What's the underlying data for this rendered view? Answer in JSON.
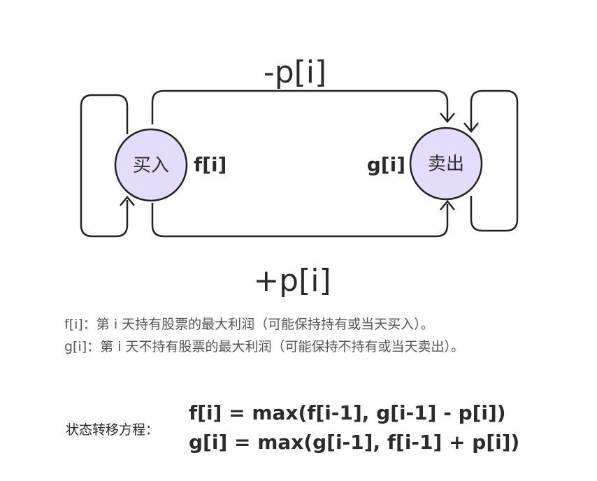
{
  "diagram": {
    "nodes": {
      "buy": {
        "label": "买入",
        "state": "f[i]"
      },
      "sell": {
        "label": "卖出",
        "state": "g[i]"
      }
    },
    "edges": {
      "buy_to_sell": "-p[i]",
      "sell_to_buy": "+p[i]"
    },
    "colors": {
      "node_fill": "#e4dcfb",
      "stroke": "#222222",
      "text": "#2b2b2b",
      "definition_text": "#555555"
    }
  },
  "definitions": {
    "f": "f[i]：第 i 天持有股票的最大利润（可能保持持有或当天买入）。",
    "g": "g[i]：第 i 天不持有股票的最大利润（可能保持不持有或当天卖出）。"
  },
  "transition": {
    "label": "状态转移方程：",
    "equations": [
      "f[i] = max(f[i-1], g[i-1] - p[i])",
      "g[i] = max(g[i-1], f[i-1] + p[i])"
    ]
  }
}
